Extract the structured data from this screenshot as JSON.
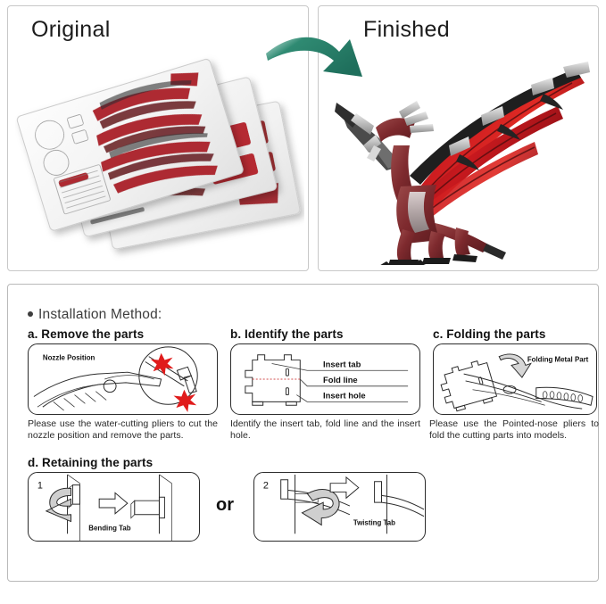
{
  "showcase": {
    "original": {
      "title": "Original",
      "artwork": "metal-parts-sheets"
    },
    "finished": {
      "title": "Finished",
      "artwork": "red-metal-dragon-model"
    },
    "arrow": {
      "name": "green-curved-arrow",
      "color": "#2e8b74"
    }
  },
  "instructions": {
    "heading": "Installation Method:",
    "or_separator": "or",
    "steps": [
      {
        "id": "a",
        "title": "a. Remove the parts",
        "figure_label": "Nozzle Position",
        "caption": "Please use the water-cutting pliers to cut the nozzle position and remove the parts.",
        "accent": "#e01b1b"
      },
      {
        "id": "b",
        "title": "b. Identify the parts",
        "labels": [
          "Insert tab",
          "Fold line",
          "Insert hole"
        ],
        "caption": "Identify the insert tab, fold line and the insert hole."
      },
      {
        "id": "c",
        "title": "c. Folding the parts",
        "figure_label": "Folding Metal Part",
        "caption": "Please use the Pointed-nose pliers to fold the cutting parts into models."
      },
      {
        "id": "d",
        "title": "d. Retaining the parts",
        "panels": [
          {
            "number": "1",
            "label": "Bending Tab"
          },
          {
            "number": "2",
            "label": "Twisting Tab"
          }
        ]
      }
    ]
  }
}
